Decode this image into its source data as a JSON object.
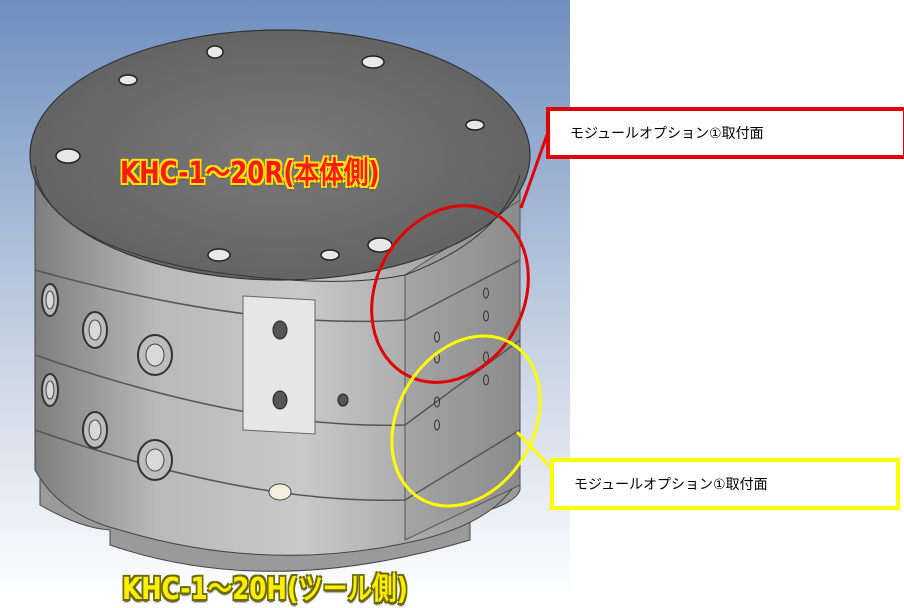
{
  "labels": {
    "body_side": "KHC-1～20R(本体側)",
    "tool_side": "KHC-1～20H(ツール側)"
  },
  "callouts": {
    "top": "モジュールオプション①取付面",
    "bottom": "モジュールオプション①取付面"
  },
  "colors": {
    "callout_top_border": "#e00000",
    "callout_bottom_border": "#ffff00",
    "background_top": "#6e8fbf",
    "background_bottom": "#ffffff"
  }
}
